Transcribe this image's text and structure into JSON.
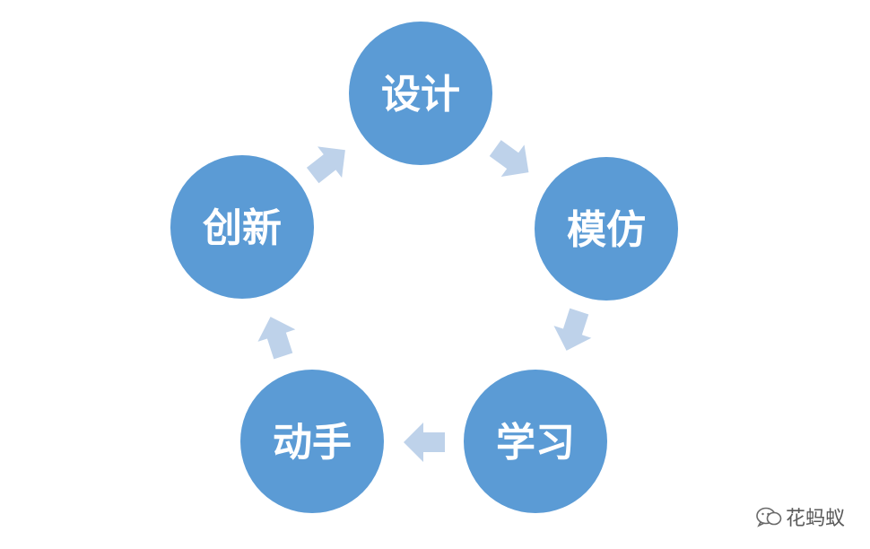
{
  "diagram": {
    "nodes": [
      {
        "id": "design",
        "label": "设计"
      },
      {
        "id": "imitate",
        "label": "模仿"
      },
      {
        "id": "learn",
        "label": "学习"
      },
      {
        "id": "hands-on",
        "label": "动手"
      },
      {
        "id": "innovate",
        "label": "创新"
      }
    ],
    "colors": {
      "node": "#5b9bd5",
      "arrow": "#bed2ea",
      "text": "#ffffff"
    }
  },
  "watermark": {
    "text": "花蚂蚁",
    "icon": "wechat-icon"
  }
}
